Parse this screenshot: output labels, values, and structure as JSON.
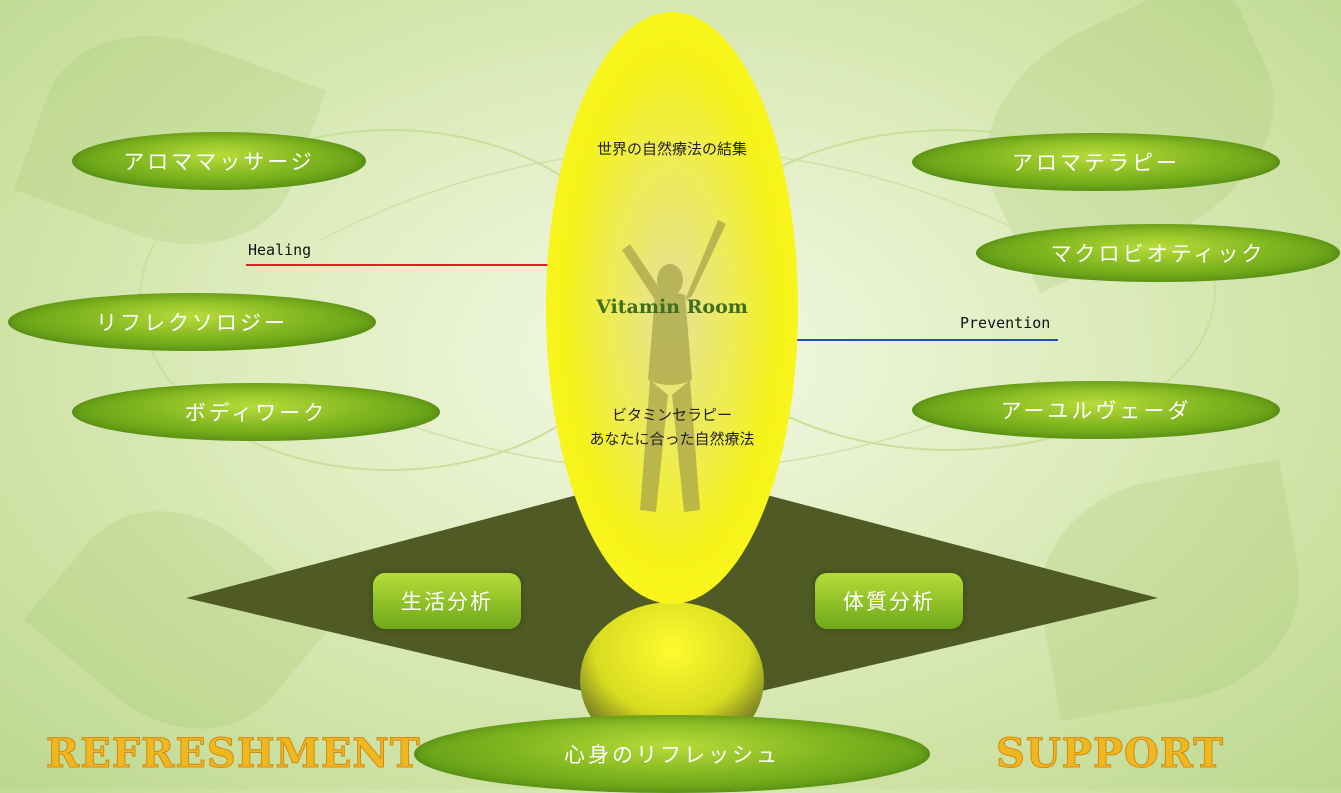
{
  "center": {
    "top_label": "世界の自然療法の結集",
    "title": "Vitamin Room",
    "sub1": "ビタミンセラピー",
    "sub2": "あなたに合った自然療法"
  },
  "left_items": [
    "アロママッサージ",
    "リフレクソロジー",
    "ボディワーク"
  ],
  "right_items": [
    "アロマテラピー",
    "マクロビオティック",
    "アーユルヴェーダ"
  ],
  "healing_label": "Healing",
  "prevention_label": "Prevention",
  "analysis_left": "生活分析",
  "analysis_right": "体質分析",
  "bottom_pill": "心身のリフレッシュ",
  "refreshment": "REFRESHMENT",
  "support": "SUPPORT",
  "colors": {
    "pill_green": "#7fb51f",
    "egg_yellow": "#f6f21a",
    "diamond": "#4f5a24",
    "healing_line": "#e02020",
    "prevention_line": "#2050c0",
    "title_orange": "#f0b820"
  }
}
